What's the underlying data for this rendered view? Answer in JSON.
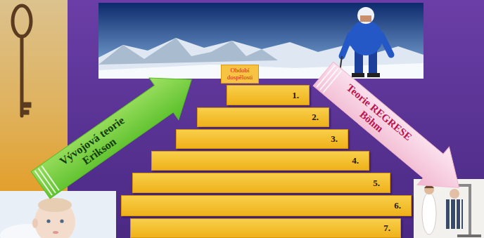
{
  "diagram": {
    "nodes": [
      {
        "text": [
          "Vývojová teorie Erikson"
        ]
      },
      {
        "text": [
          "Období dospělosti"
        ]
      },
      {
        "text": [
          "Teorie REGRESE Böhm"
        ]
      },
      {
        "text": [
          "1."
        ]
      },
      {
        "text": [
          "2."
        ]
      },
      {
        "text": [
          "3."
        ]
      },
      {
        "text": [
          "4."
        ]
      },
      {
        "text": [
          "5."
        ]
      },
      {
        "text": [
          "6."
        ]
      },
      {
        "text": [
          "7."
        ]
      }
    ]
  }
}
